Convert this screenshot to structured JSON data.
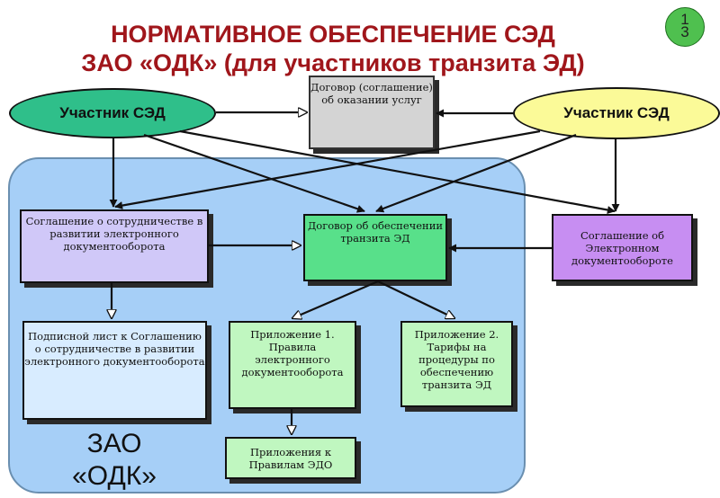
{
  "title": {
    "line1": "НОРМАТИВНОЕ ОБЕСПЕЧЕНИЕ СЭД",
    "line2": "ЗАО «ОДК» (для участников транзита ЭД)"
  },
  "page_badge": {
    "digit1": "1",
    "digit2": "3"
  },
  "zone_label": "ЗАО «ОДК»",
  "nodes": {
    "participant_left": "Участник СЭД",
    "participant_right": "Участник СЭД",
    "service_contract": "Договор (соглашение) об оказании услуг",
    "cooperation_agreement": "Соглашение о сотрудничестве в развитии электронного документооборота",
    "transit_contract": "Договор об обеспечении транзита ЭД",
    "edo_agreement": "Соглашение об Электронном документообороте",
    "signature_sheet": "Подписной лист к Соглашению о сотрудничестве в развитии электронного документооборота",
    "appendix1": "Приложение 1. Правила электронного документооборота",
    "appendix2": "Приложение 2. Тарифы на процедуры по обеспечению транзита ЭД",
    "edo_rules_appendices": "Приложения к Правилам ЭДО"
  },
  "colors": {
    "title": "#a0161b",
    "zone": "#a6cff7",
    "participant_left": "#2fbf8a",
    "participant_right": "#fbfa98",
    "service_contract": "#d4d4d4",
    "cooperation_agreement": "#d0c8f8",
    "transit_contract": "#58e08a",
    "edo_agreement": "#c78ef2",
    "signature_sheet": "#d8ecff",
    "appendix1": "#c0f7c0",
    "appendix2": "#c0f7c0",
    "edo_rules_appendices": "#c0f7c0"
  }
}
